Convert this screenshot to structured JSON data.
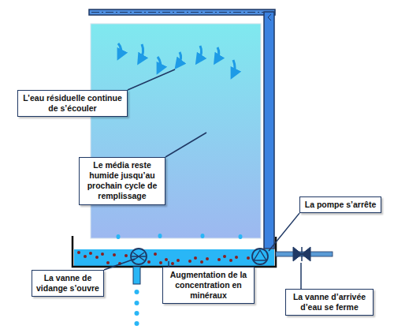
{
  "diagram": {
    "nodes": [
      {
        "text": [
          "L’eau résiduelle continue de s’écouler"
        ]
      },
      {
        "text": [
          "Le média reste humide jusqu’au prochain cycle de remplissage"
        ]
      },
      {
        "text": [
          "La pompe s’arrête"
        ]
      },
      {
        "text": [
          "La vanne de vidange s’ouvre"
        ]
      },
      {
        "text": [
          "Augmentation de la concentration en minéraux"
        ]
      },
      {
        "text": [
          "La vanne d’arrivée d’eau se ferme"
        ]
      }
    ]
  }
}
